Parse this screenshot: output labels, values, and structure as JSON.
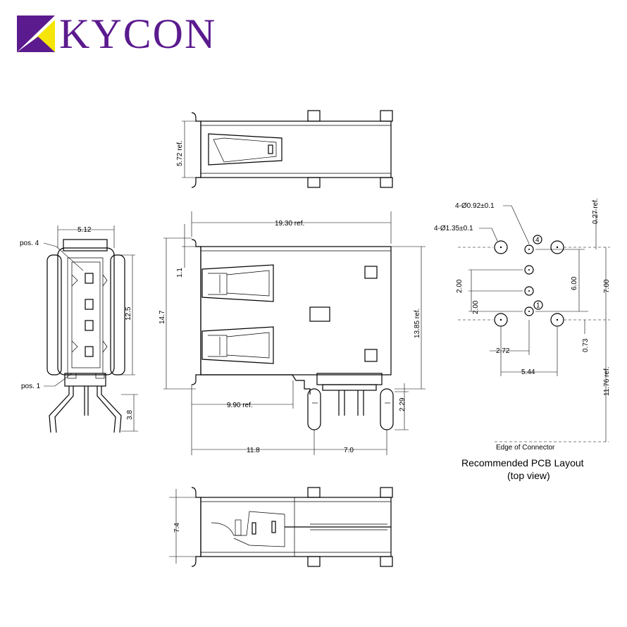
{
  "brand": {
    "name": "KYCON",
    "text_color": "#5b1a8e",
    "mark_purple": "#5b1a8e",
    "mark_yellow": "#f5e50a"
  },
  "top_view": {
    "height_ref": "5.72 ref."
  },
  "side_view": {
    "width": "5.12",
    "pos4": "pos. 4",
    "pos1": "pos. 1",
    "height": "12.5",
    "pin_length": "3.8"
  },
  "front_view": {
    "length_ref": "19.30 ref.",
    "offset_top": "1.1",
    "height": "14.7",
    "body_height_ref": "13.85 ref.",
    "pin_offset_ref": "9.90 ref.",
    "pin_length": "2.29",
    "dim_a": "11.8",
    "dim_b": "7.0"
  },
  "bottom_view": {
    "height": "7.4"
  },
  "pcb_layout": {
    "small_holes": "4-Ø0.92±0.1",
    "large_holes": "4-Ø1.35±0.1",
    "pin4_label": "4",
    "pin1_label": "1",
    "pitch_1": "2.00",
    "pitch_2": "2.00",
    "span_600": "6.00",
    "span_700": "7.00",
    "top_ref": "0.27 ref.",
    "offset_272": "2.72",
    "width_544": "5.44",
    "offset_073": "0.73",
    "edge_ref": "11.76 ref.",
    "edge_label": "Edge of Connector",
    "title": "Recommended PCB Layout",
    "subtitle": "(top view)"
  }
}
